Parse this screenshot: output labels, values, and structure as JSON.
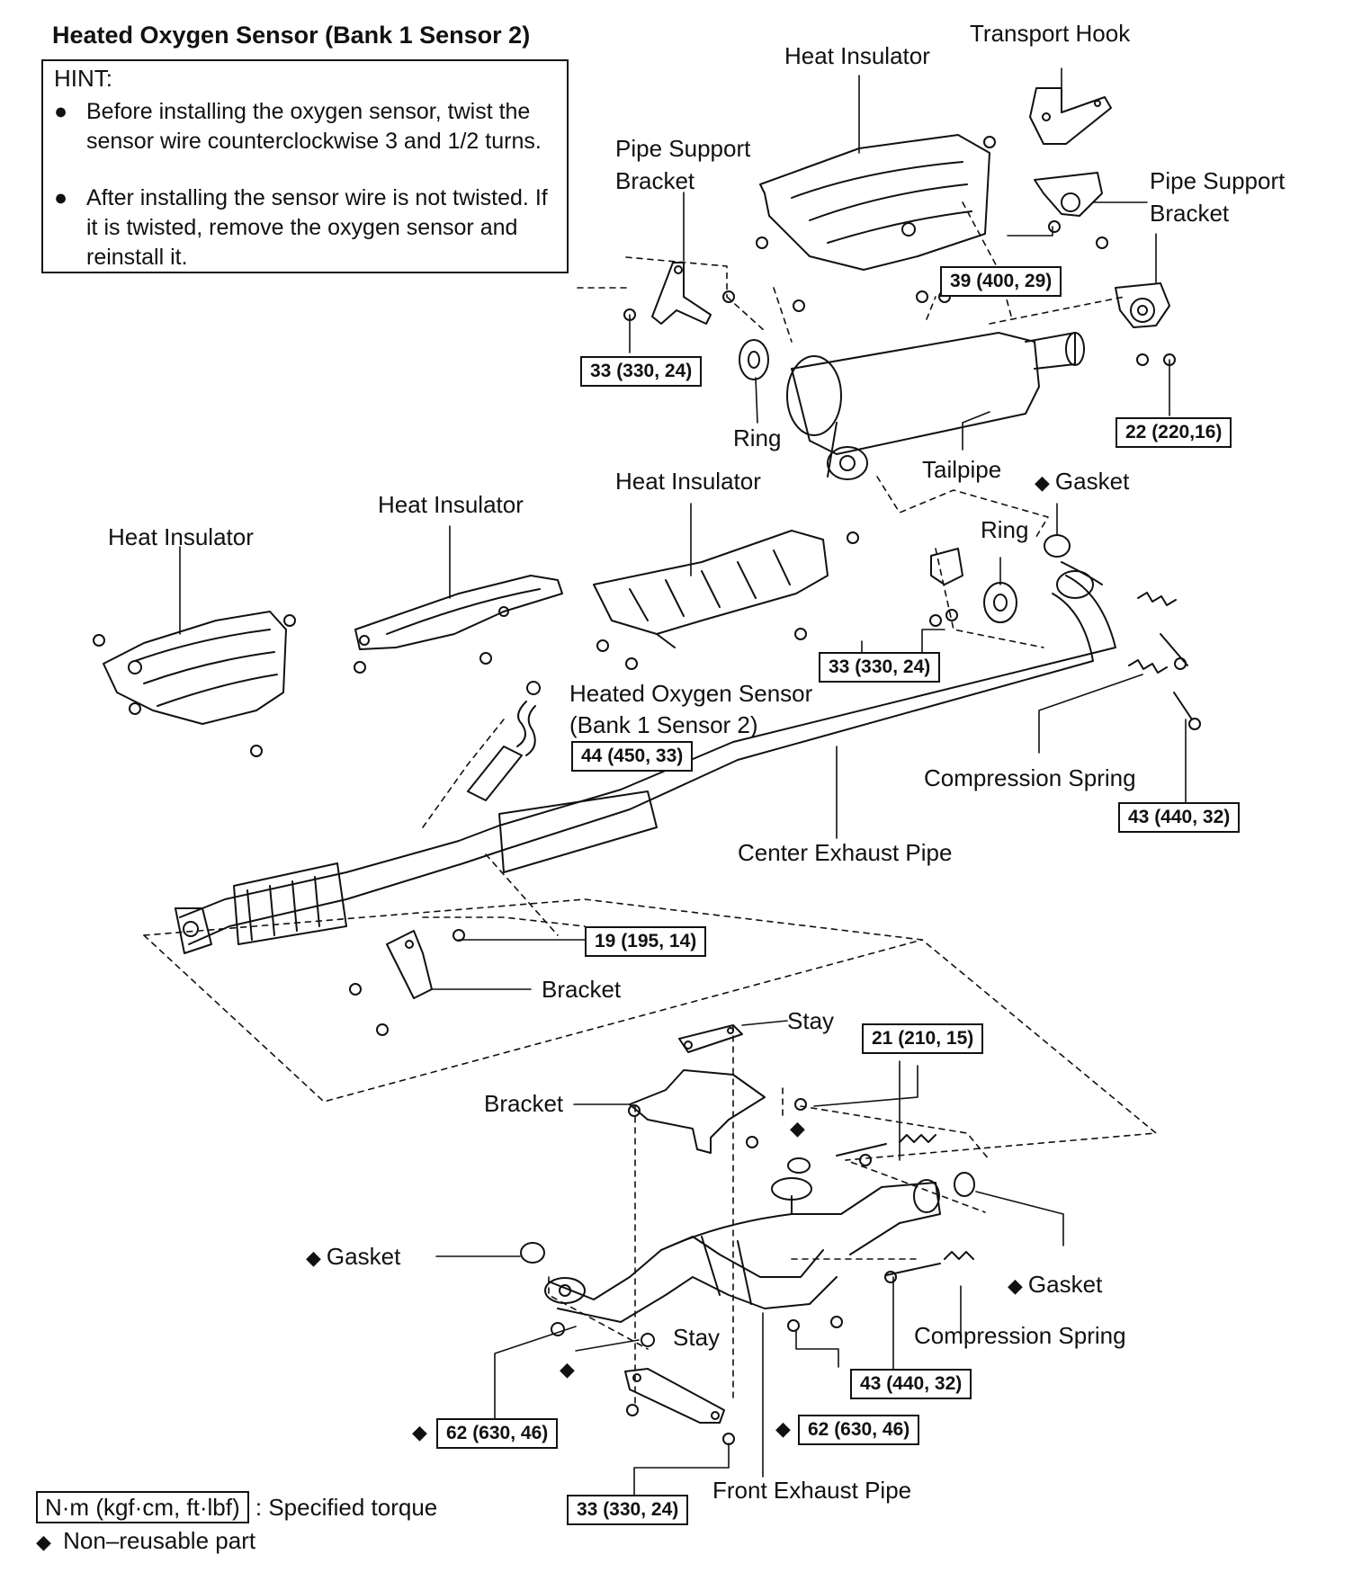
{
  "header": {
    "title": "Heated Oxygen Sensor (Bank 1 Sensor 2)"
  },
  "hint": {
    "title": "HINT:",
    "items": [
      {
        "bullet": "●",
        "text": "Before installing the oxygen sensor, twist the sensor wire counterclockwise 3 and 1/2 turns."
      },
      {
        "bullet": "●",
        "text": "After installing the sensor wire is not twisted. If it is twisted, remove the oxygen sensor and reinstall it."
      }
    ]
  },
  "labels": {
    "transport_hook": "Transport Hook",
    "heat_insulator_top": "Heat Insulator",
    "pipe_support_bracket_left_1": "Pipe Support",
    "pipe_support_bracket_left_2": "Bracket",
    "pipe_support_bracket_right_1": "Pipe Support",
    "pipe_support_bracket_right_2": "Bracket",
    "ring_top": "Ring",
    "tailpipe": "Tailpipe",
    "gasket_top": "Gasket",
    "ring_mid": "Ring",
    "heat_insulator_mid": "Heat Insulator",
    "heat_insulator_center": "Heat Insulator",
    "heat_insulator_left": "Heat Insulator",
    "ho2_sensor_1": "Heated Oxygen Sensor",
    "ho2_sensor_2": "(Bank 1 Sensor 2)",
    "compression_spring_top": "Compression Spring",
    "center_exhaust_pipe": "Center Exhaust Pipe",
    "bracket_mid": "Bracket",
    "stay_top": "Stay",
    "bracket_lower": "Bracket",
    "gasket_left": "Gasket",
    "gasket_right": "Gasket",
    "compression_spring_bottom": "Compression Spring",
    "stay_bottom": "Stay",
    "front_exhaust_pipe": "Front Exhaust Pipe"
  },
  "torques": {
    "t1": "39 (400, 29)",
    "t2": "33 (330, 24)",
    "t3": "22 (220,16)",
    "t4": "33 (330, 24)",
    "t5": "44 (450, 33)",
    "t6": "43 (440, 32)",
    "t7": "19 (195, 14)",
    "t8": "21 (210, 15)",
    "t9": "43 (440, 32)",
    "t10": "62 (630, 46)",
    "t11": "62 (630, 46)",
    "t12": "33 (330, 24)"
  },
  "symbols": {
    "non_reusable": "◆"
  },
  "legend": {
    "torque_box": "N·m (kgf·cm, ft·lbf)",
    "torque_text": ": Specified torque",
    "non_reusable_text": "Non–reusable part"
  }
}
